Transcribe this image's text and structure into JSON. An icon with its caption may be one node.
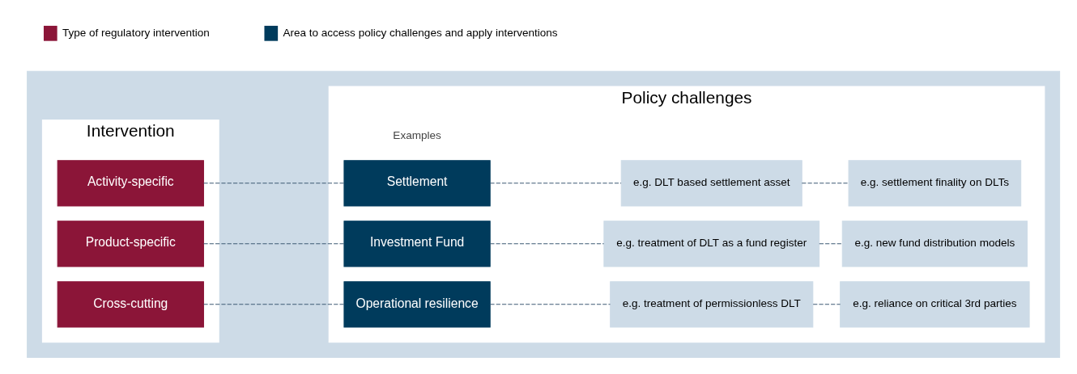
{
  "diagram": {
    "nodes": [
      {
        "text": [],
        "shape": "box"
      },
      {
        "text": [
          "Intervention"
        ],
        "in": 0
      },
      {
        "text": [
          "Activity-specific"
        ],
        "in": 1
      },
      {
        "text": [
          "Product-specific"
        ],
        "in": 1
      },
      {
        "text": [
          "Cross-cutting"
        ],
        "in": 1
      },
      {
        "text": [
          "Policy challenges"
        ],
        "in": 0
      },
      {
        "text": [
          "Settlement"
        ],
        "in": 5
      },
      {
        "text": [
          "e.g. DLT based settlement asset"
        ],
        "in": 5
      },
      {
        "text": [
          "e.g. settlement finality on DLTs"
        ],
        "in": 5
      },
      {
        "text": [
          "Investment Fund"
        ],
        "in": 5
      },
      {
        "text": [
          "e.g. treatment of DLT as a fund register"
        ],
        "in": 5
      },
      {
        "text": [
          "e.g. new fund distribution models"
        ],
        "in": 5
      },
      {
        "text": [
          "Operational resilience"
        ],
        "in": 5
      },
      {
        "text": [
          "e.g. treatment of permissionless DLT"
        ],
        "in": 5
      },
      {
        "text": [
          "e.g. reliance on critical 3rd parties"
        ],
        "in": 5
      }
    ],
    "edges": [
      {
        "from": 2,
        "to": 6,
        "arrow": "none",
        "style": "dashed"
      },
      {
        "from": 6,
        "to": 7,
        "arrow": "none",
        "style": "dashed"
      },
      {
        "from": 7,
        "to": 8,
        "arrow": "none",
        "style": "dashed"
      },
      {
        "from": 3,
        "to": 9,
        "arrow": "none",
        "style": "dashed"
      },
      {
        "from": 9,
        "to": 10,
        "arrow": "none",
        "style": "dashed"
      },
      {
        "from": 10,
        "to": 11,
        "arrow": "none",
        "style": "dashed"
      },
      {
        "from": 4,
        "to": 12,
        "arrow": "none",
        "style": "dashed"
      },
      {
        "from": 12,
        "to": 13,
        "arrow": "none",
        "style": "dashed"
      },
      {
        "from": 13,
        "to": 14,
        "arrow": "none",
        "style": "dashed"
      }
    ],
    "labels": [
      "Examples"
    ],
    "legend": [
      {
        "text": "Type of regulatory intervention",
        "color": "#8b1538"
      },
      {
        "text": "Area to access policy challenges and apply interventions",
        "color": "#003b5c"
      }
    ]
  }
}
